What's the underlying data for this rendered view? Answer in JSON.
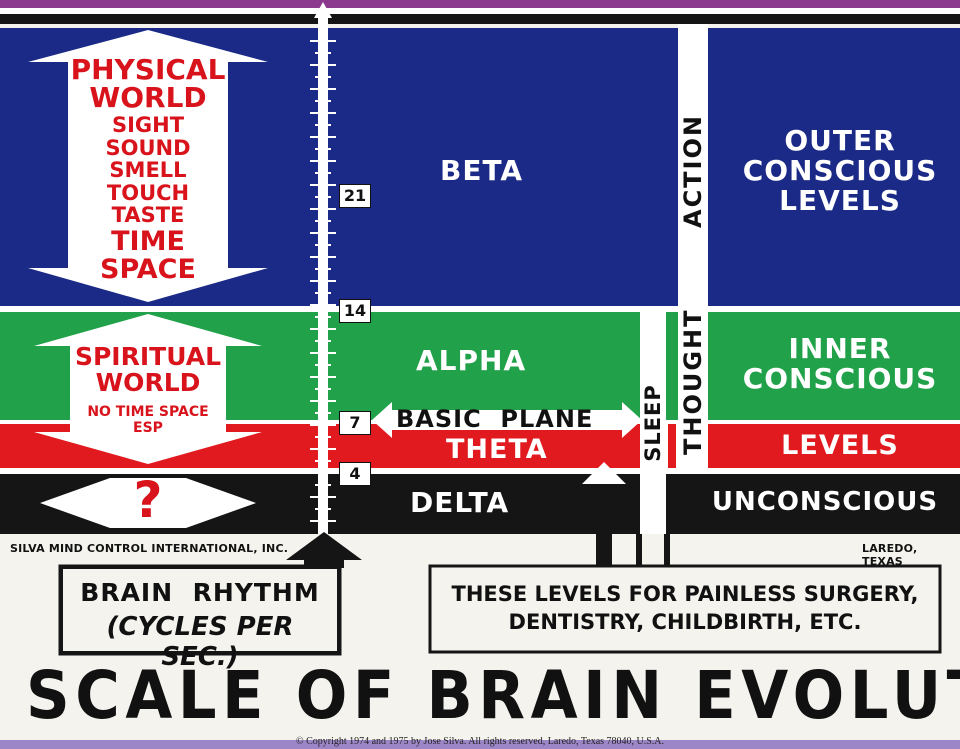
{
  "colors": {
    "beta_band": "#1a2a86",
    "alpha_band": "#21a24a",
    "theta_band": "#e01a1e",
    "delta_band": "#151515",
    "accent_red": "#d8131b",
    "paper": "#f4f3ee"
  },
  "title": "SCALE OF BRAIN EVOLUTION",
  "copyright": "Copyright 1974 and 1975 by Jose Silva.  All rights reserved, Laredo, Texas 78040, U.S.A.",
  "organization_left": "SILVA MIND CONTROL INTERNATIONAL, INC.",
  "organization_right": "LAREDO, TEXAS",
  "physical_world": {
    "title_line1": "PHYSICAL",
    "title_line2": "WORLD",
    "senses": [
      "SIGHT",
      "SOUND",
      "SMELL",
      "TOUCH",
      "TASTE"
    ],
    "time": "TIME",
    "space": "SPACE"
  },
  "spiritual_world": {
    "title_line1": "SPIRITUAL",
    "title_line2": "WORLD",
    "note_line1": "NO TIME SPACE",
    "note_line2": "ESP"
  },
  "unknown_mark": "?",
  "scale": {
    "ticks": [
      "21",
      "14",
      "7",
      "4"
    ]
  },
  "bands": {
    "beta": "BETA",
    "alpha": "ALPHA",
    "basic_plane": "BASIC  PLANE",
    "theta": "THETA",
    "delta": "DELTA"
  },
  "right_labels": {
    "outer_line1": "OUTER",
    "outer_line2": "CONSCIOUS",
    "outer_line3": "LEVELS",
    "inner_line1": "INNER",
    "inner_line2": "CONSCIOUS",
    "levels": "LEVELS",
    "unconscious": "UNCONSCIOUS"
  },
  "vertical_words": {
    "action": "ACTION",
    "thought": "THOUGHT",
    "sleep": "SLEEP"
  },
  "brain_rhythm": {
    "line1": "BRAIN  RHYTHM",
    "line2": "(CYCLES PER SEC.)"
  },
  "levels_note": {
    "line1": "THESE LEVELS FOR PAINLESS SURGERY,",
    "line2": "DENTISTRY, CHILDBIRTH, ETC."
  }
}
